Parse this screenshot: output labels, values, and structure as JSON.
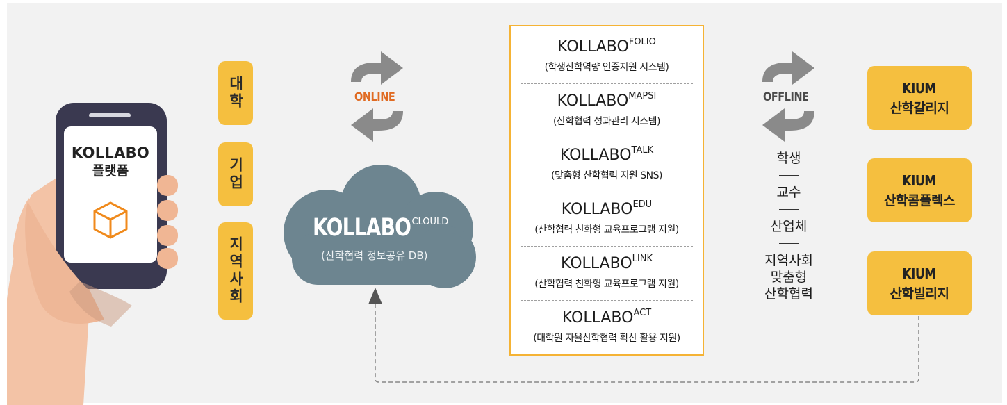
{
  "phone": {
    "title": "KOLLABO",
    "subtitle": "플랫폼",
    "icon": "box-icon"
  },
  "groups": [
    {
      "label": "대학"
    },
    {
      "label": "기업"
    },
    {
      "label": "지역사회"
    }
  ],
  "online_label": "ONLINE",
  "offline_label": "OFFLINE",
  "cloud": {
    "title": "KOLLABO",
    "title_sup": "CLOULD",
    "subtitle": "(산학협력 정보공유 DB)",
    "color": "#6d8590"
  },
  "services": [
    {
      "name": "KOLLABO",
      "sup": "FOLIO",
      "desc": "(학생산학역량 인증지원 시스템)"
    },
    {
      "name": "KOLLABO",
      "sup": "MAPSI",
      "desc": "(산학협력 성과관리 시스템)"
    },
    {
      "name": "KOLLABO",
      "sup": "TALK",
      "desc": "(맞춤형 산학협력 지원 SNS)"
    },
    {
      "name": "KOLLABO",
      "sup": "EDU",
      "desc": "(산학협력 친화형 교육프로그램 지원)"
    },
    {
      "name": "KOLLABO",
      "sup": "LINK",
      "desc": "(산학협력 친화형 교육프로그램 지원)"
    },
    {
      "name": "KOLLABO",
      "sup": "ACT",
      "desc": "(대학원 자율산학협력 확산 활용 지원)"
    }
  ],
  "stakeholders": [
    "학생",
    "교수",
    "산업체",
    "지역사회",
    "맞춤형",
    "산학협력"
  ],
  "kium": [
    {
      "line1": "KIUM",
      "line2": "산학갈리지"
    },
    {
      "line1": "KIUM",
      "line2": "산학콤플렉스"
    },
    {
      "line1": "KIUM",
      "line2": "산학빌리지"
    }
  ],
  "colors": {
    "accent_yellow": "#f5bf3f",
    "online_orange": "#e06b22",
    "arrow_gray": "#8a8a8a",
    "list_border": "#f5b335"
  }
}
